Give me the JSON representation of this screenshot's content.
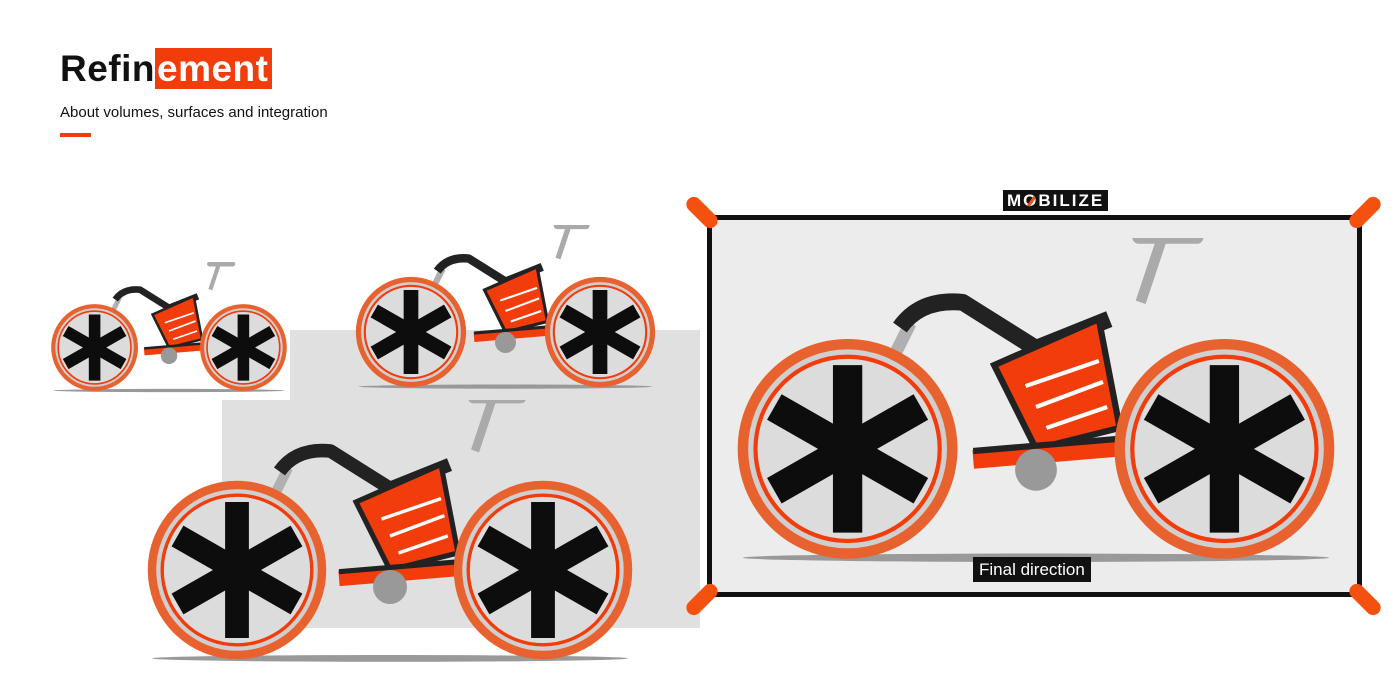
{
  "header": {
    "title_plain": "Refin",
    "title_highlight": "ement",
    "subtitle": "About volumes, surfaces and integration"
  },
  "brand": {
    "logo_prefix": "M",
    "logo_o": "O",
    "logo_suffix": "BILIZE"
  },
  "final_label": "Final direction",
  "colors": {
    "accent": "#f23c0c",
    "frame": "#111111",
    "panel": "#ececec"
  }
}
